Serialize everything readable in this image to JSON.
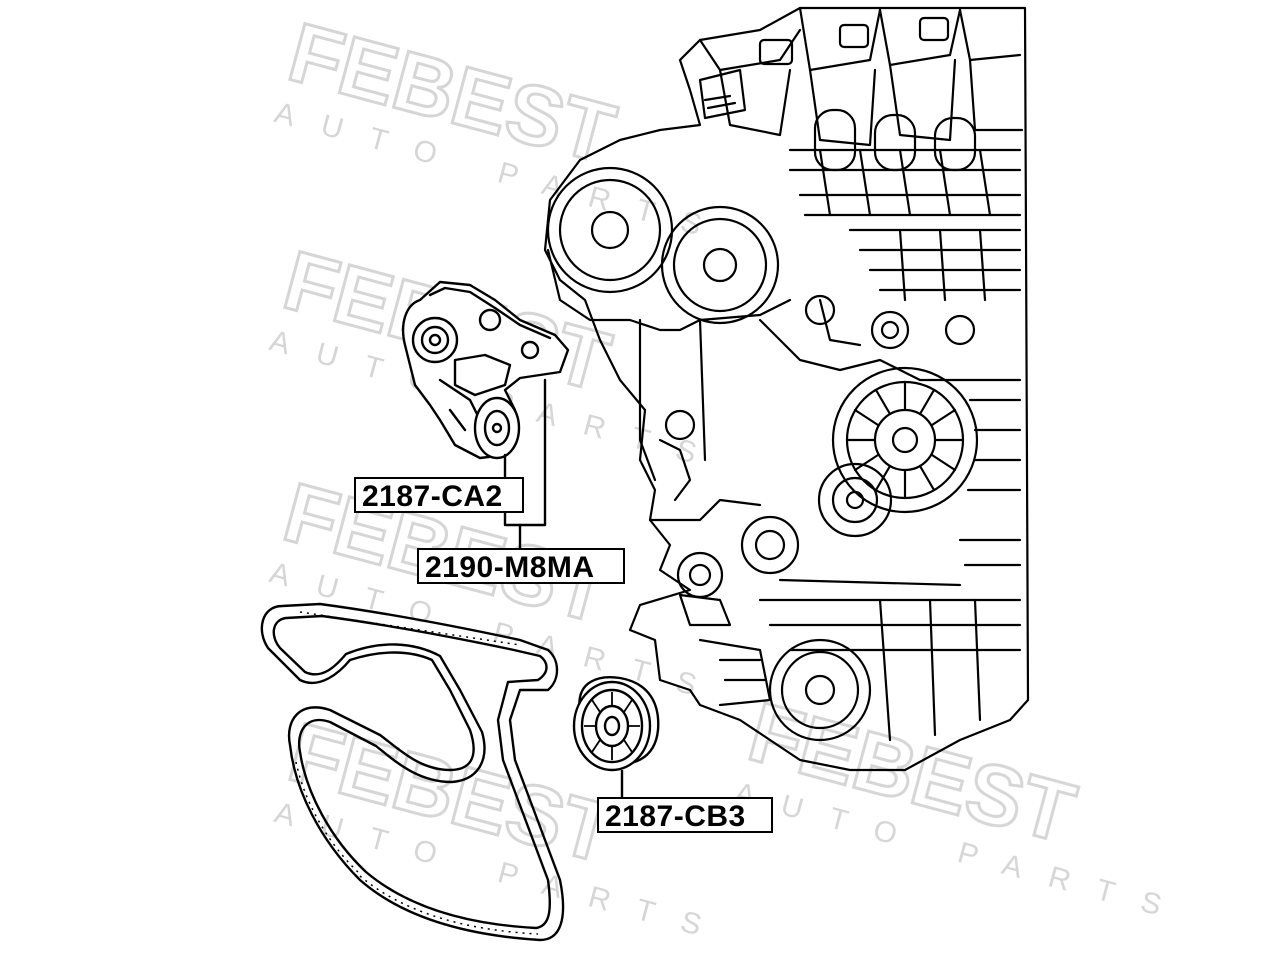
{
  "parts": {
    "tensioner_pulley": "2187-CA2",
    "tensioner_assembly": "2190-M8MA",
    "idler_pulley": "2187-CB3"
  },
  "watermark": {
    "brand": "FEBEST",
    "subtitle": "AUTO PARTS"
  },
  "colors": {
    "line": "#000000",
    "watermark": "#d4d4d4",
    "background": "#ffffff"
  }
}
